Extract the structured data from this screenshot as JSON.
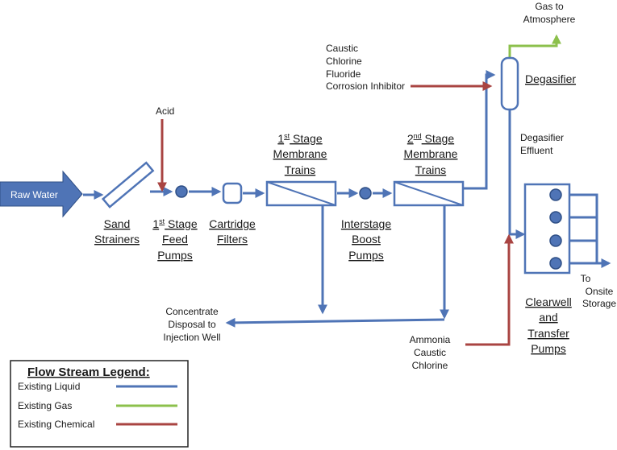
{
  "colors": {
    "liquid": "#4f74b6",
    "gas": "#8cc04c",
    "chemical": "#a94442"
  },
  "inputs": {
    "raw_water": "Raw Water"
  },
  "chemicals": {
    "acid": "Acid",
    "degasifier_feed": [
      "Caustic",
      "Chlorine",
      "Fluoride",
      "Corrosion Inhibitor"
    ],
    "clearwell_feed": [
      "Ammonia",
      "Caustic",
      "Chlorine"
    ]
  },
  "units": {
    "sand_strainers": [
      "Sand",
      "Strainers"
    ],
    "feed_pumps": {
      "sup": "st",
      "line1_pre": "1",
      "line1_post": " Stage",
      "line2": "Feed",
      "line3": "Pumps"
    },
    "cartridge_filters": [
      "Cartridge",
      "Filters"
    ],
    "stage1_trains": {
      "pre": "1",
      "sup": "st",
      "post": "  Stage",
      "line2": "Membrane",
      "line3": "Trains"
    },
    "interstage_pumps": [
      "Interstage",
      "Boost",
      "Pumps"
    ],
    "stage2_trains": {
      "pre": "2",
      "sup": "nd",
      "post": " Stage",
      "line2": "Membrane",
      "line3": "Trains"
    },
    "degasifier": "Degasifier",
    "clearwell": [
      "Clearwell",
      "and",
      "Transfer",
      "Pumps"
    ]
  },
  "streams": {
    "gas_to_atmosphere": [
      "Gas to",
      "Atmosphere"
    ],
    "degasifier_effluent": [
      "Degasifier",
      "Effluent"
    ],
    "concentrate": [
      "Concentrate",
      "Disposal to",
      "Injection Well"
    ],
    "to_storage": [
      "To",
      "Onsite",
      "Storage"
    ]
  },
  "legend": {
    "title": "Flow Stream Legend:",
    "items": [
      {
        "label": "Existing Liquid",
        "type": "liquid"
      },
      {
        "label": "Existing Gas",
        "type": "gas"
      },
      {
        "label": "Existing Chemical",
        "type": "chemical"
      }
    ]
  }
}
